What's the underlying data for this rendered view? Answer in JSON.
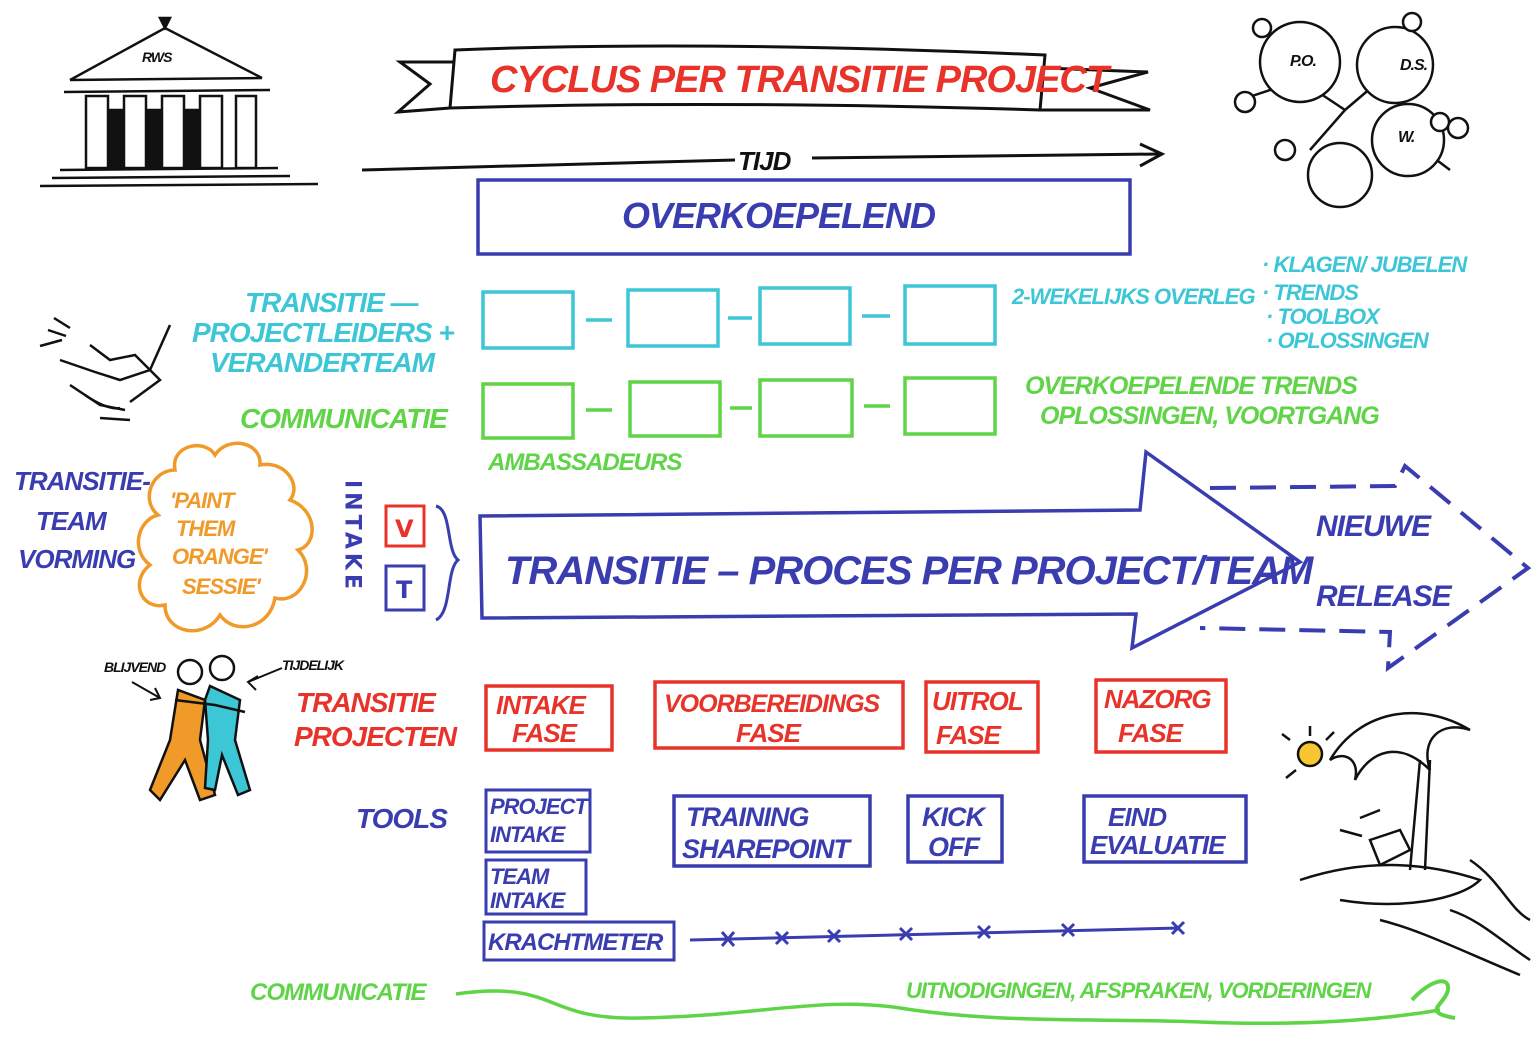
{
  "title": "CYCLUS PER TRANSITIE PROJECT",
  "time_label": "TIJD",
  "overkoepelend": "OVERKOEPELEND",
  "rws_label": "RWS",
  "team_initials": [
    "P.O.",
    "D.S.",
    "W."
  ],
  "rows": {
    "transitie_team": {
      "line1": "TRANSITIE —",
      "line2": "PROJECTLEIDERS +",
      "line3": "VERANDERTEAM"
    },
    "communicatie": "COMMUNICATIE",
    "ambassadeurs": "AMBASSADEURS",
    "overleg_label": "2-WEKELIJKS OVERLEG",
    "overleg_bullets": [
      "· KLAGEN/ JUBELEN",
      "· TRENDS",
      "· TOOLBOX",
      "· OPLOSSINGEN"
    ],
    "comm_note_line1": "OVERKOEPELENDE TRENDS",
    "comm_note_line2": "OPLOSSINGEN, VOORTGANG"
  },
  "team_vorming": {
    "line1": "TRANSITIE-",
    "line2": "TEAM",
    "line3": "VORMING"
  },
  "cloud": {
    "line1": "'PAINT",
    "line2": "THEM",
    "line3": "ORANGE'",
    "line4": "SESSIE'"
  },
  "intake": {
    "vertical": "INTAKE",
    "box_v": "V",
    "box_t": "T"
  },
  "process_arrow": "TRANSITIE – PROCES  PER  PROJECT/TEAM",
  "release": {
    "line1": "NIEUWE",
    "line2": "RELEASE"
  },
  "dancers": {
    "left": "BLIJVEND",
    "right": "TIJDELIJK"
  },
  "projecten_label": {
    "line1": "TRANSITIE",
    "line2": "PROJECTEN"
  },
  "phases": [
    {
      "line1": "INTAKE",
      "line2": "FASE"
    },
    {
      "line1": "VOORBEREIDINGS",
      "line2": "FASE"
    },
    {
      "line1": "UITROL",
      "line2": "FASE"
    },
    {
      "line1": "NAZORG",
      "line2": "FASE"
    }
  ],
  "tools_label": "TOOLS",
  "tools": [
    {
      "line1": "PROJECT",
      "line2": "INTAKE"
    },
    {
      "line1": "TEAM",
      "line2": "INTAKE"
    },
    {
      "line1": "TRAINING",
      "line2": "SHAREPOINT"
    },
    {
      "line1": "KICK",
      "line2": "OFF"
    },
    {
      "line1": "EIND",
      "line2": "EVALUATIE"
    }
  ],
  "krachtmeter": "KRACHTMETER",
  "bottom_comm": "COMMUNICATIE",
  "bottom_note": "UITNODIGINGEN, AFSPRAKEN, VORDERINGEN",
  "colors": {
    "red": "#e8332a",
    "blue": "#3a3db0",
    "cyan": "#3cc6d6",
    "green": "#5fd447",
    "orange": "#f09a2a",
    "black": "#111111"
  }
}
